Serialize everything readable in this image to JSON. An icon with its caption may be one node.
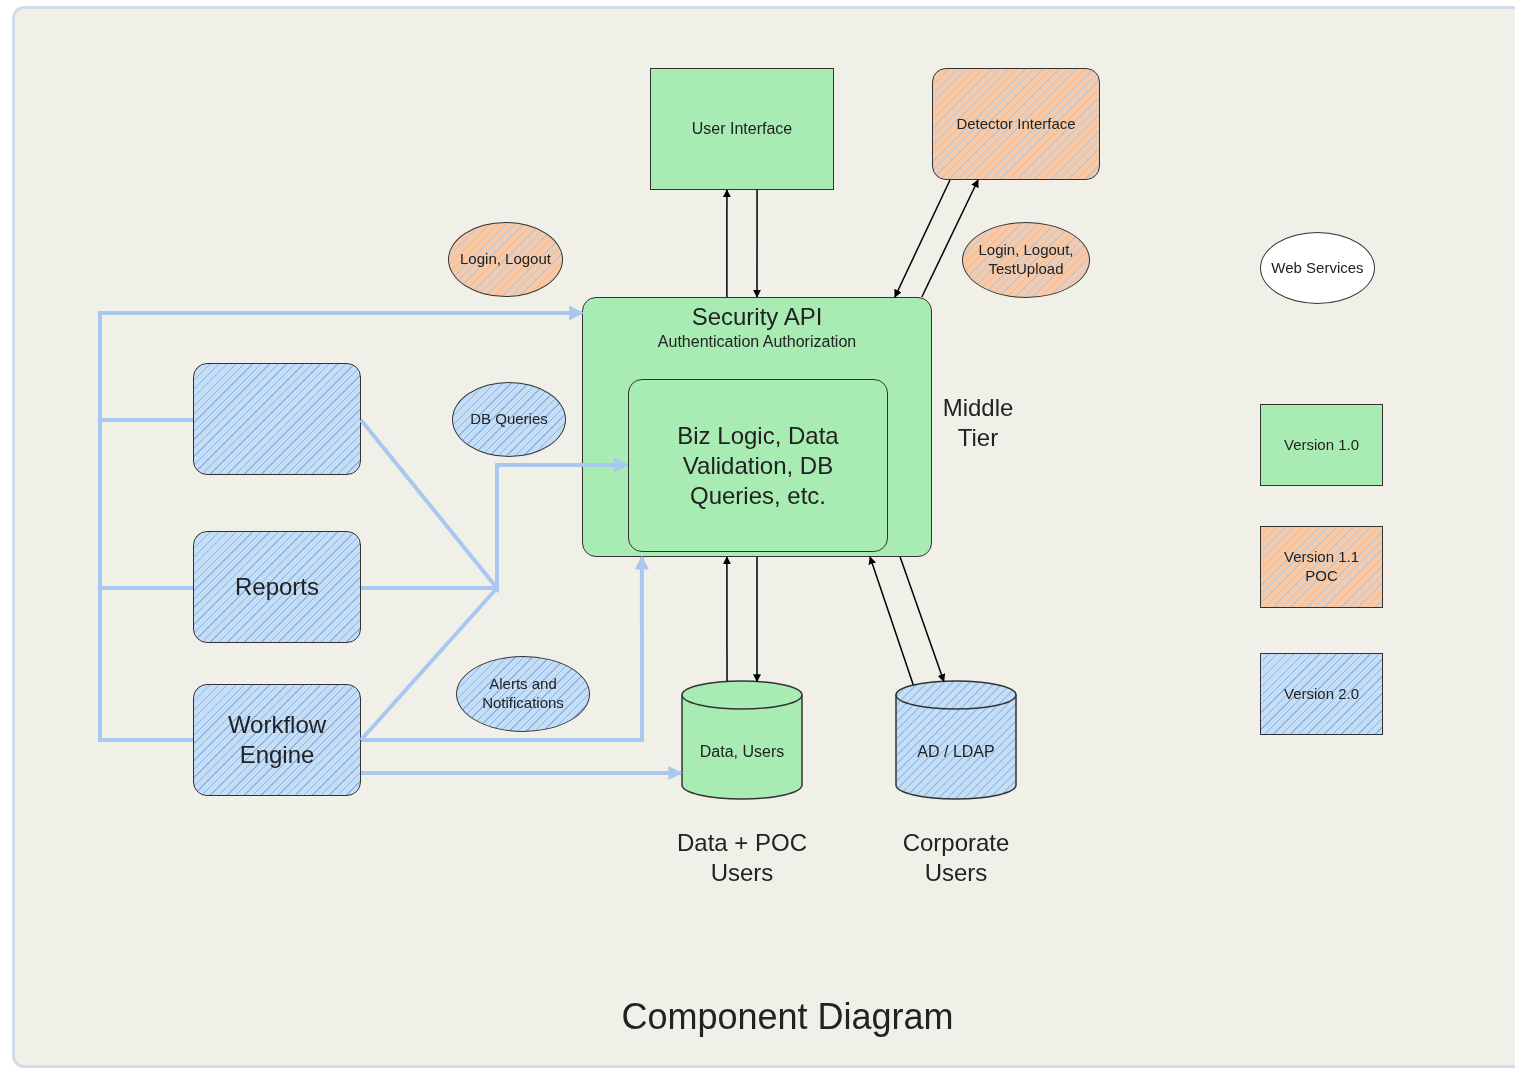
{
  "diagram": {
    "title": "Component Diagram",
    "nodes": [
      {
        "text": [
          "User Interface"
        ]
      },
      {
        "text": [
          "Detector Interface"
        ]
      },
      {
        "text": [
          "Login, Logout"
        ]
      },
      {
        "text": [
          "Login, Logout, TestUpload"
        ]
      },
      {
        "text": [
          "Web Services"
        ]
      },
      {
        "text": [
          "Security API",
          "Authentication Authorization"
        ],
        "beside": [
          "Middle Tier"
        ]
      },
      {
        "text": [
          "Biz Logic, Data Validation, DB Queries, etc."
        ],
        "in": 5
      },
      {
        "text": [],
        "shape": "box"
      },
      {
        "text": [
          "DB Queries"
        ]
      },
      {
        "text": [
          "Reports"
        ]
      },
      {
        "text": [
          "Workflow Engine"
        ]
      },
      {
        "text": [
          "Alerts and Notifications"
        ]
      },
      {
        "text": [
          "Data, Users"
        ],
        "beside": [
          "Data + POC Users"
        ]
      },
      {
        "text": [
          "AD / LDAP"
        ],
        "beside": [
          "Corporate Users"
        ]
      }
    ],
    "edges": [
      {
        "from": 5,
        "to": 0,
        "arrow": "to"
      },
      {
        "from": 0,
        "to": 5,
        "arrow": "to"
      },
      {
        "from": 1,
        "to": 5,
        "arrow": "to"
      },
      {
        "from": 5,
        "to": 1,
        "arrow": "to"
      },
      {
        "from": 12,
        "to": 5,
        "arrow": "to"
      },
      {
        "from": 5,
        "to": 12,
        "arrow": "to"
      },
      {
        "from": 13,
        "to": 5,
        "arrow": "to"
      },
      {
        "from": 5,
        "to": 13,
        "arrow": "to"
      },
      {
        "from": 7,
        "to": 5,
        "arrow": "to",
        "style": "thick",
        "color": "#a9c8f0"
      },
      {
        "from": 9,
        "to": 5,
        "arrow": "to",
        "style": "thick",
        "color": "#a9c8f0"
      },
      {
        "from": 10,
        "to": 5,
        "arrow": "to",
        "style": "thick",
        "color": "#a9c8f0"
      },
      {
        "from": 7,
        "to": 6,
        "arrow": "to",
        "style": "thick",
        "color": "#a9c8f0"
      },
      {
        "from": 9,
        "to": 6,
        "arrow": "to",
        "style": "thick",
        "color": "#a9c8f0"
      },
      {
        "from": 10,
        "to": 6,
        "arrow": "to",
        "style": "thick",
        "color": "#a9c8f0"
      },
      {
        "from": 10,
        "to": 5,
        "arrow": "to",
        "style": "thick",
        "color": "#a9c8f0"
      },
      {
        "from": 10,
        "to": 12,
        "arrow": "to",
        "style": "thick",
        "color": "#a9c8f0"
      }
    ],
    "legend": [
      {
        "text": "Version 1.0",
        "color": "#a8ecb4"
      },
      {
        "text": "Version 1.1 POC",
        "color": "#f8c9a4"
      },
      {
        "text": "Version 2.0",
        "color": "#c5def8"
      }
    ]
  }
}
